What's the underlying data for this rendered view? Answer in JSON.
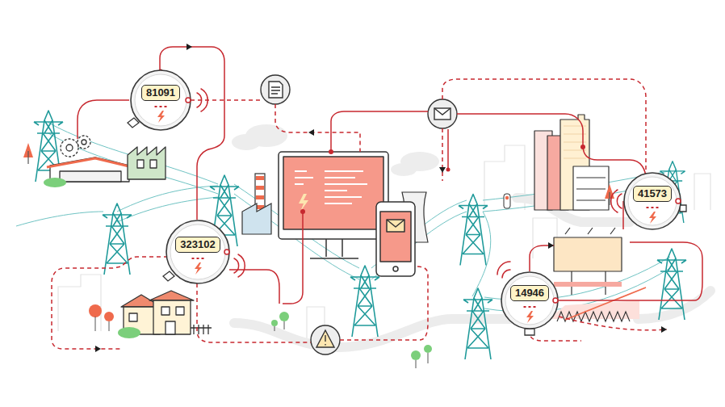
{
  "diagram": {
    "nodes": [
      {
        "text": [
          "81091"
        ]
      },
      {
        "text": [
          "41573"
        ]
      },
      {
        "text": [
          "323102"
        ]
      },
      {
        "text": [
          "14946"
        ]
      }
    ]
  }
}
